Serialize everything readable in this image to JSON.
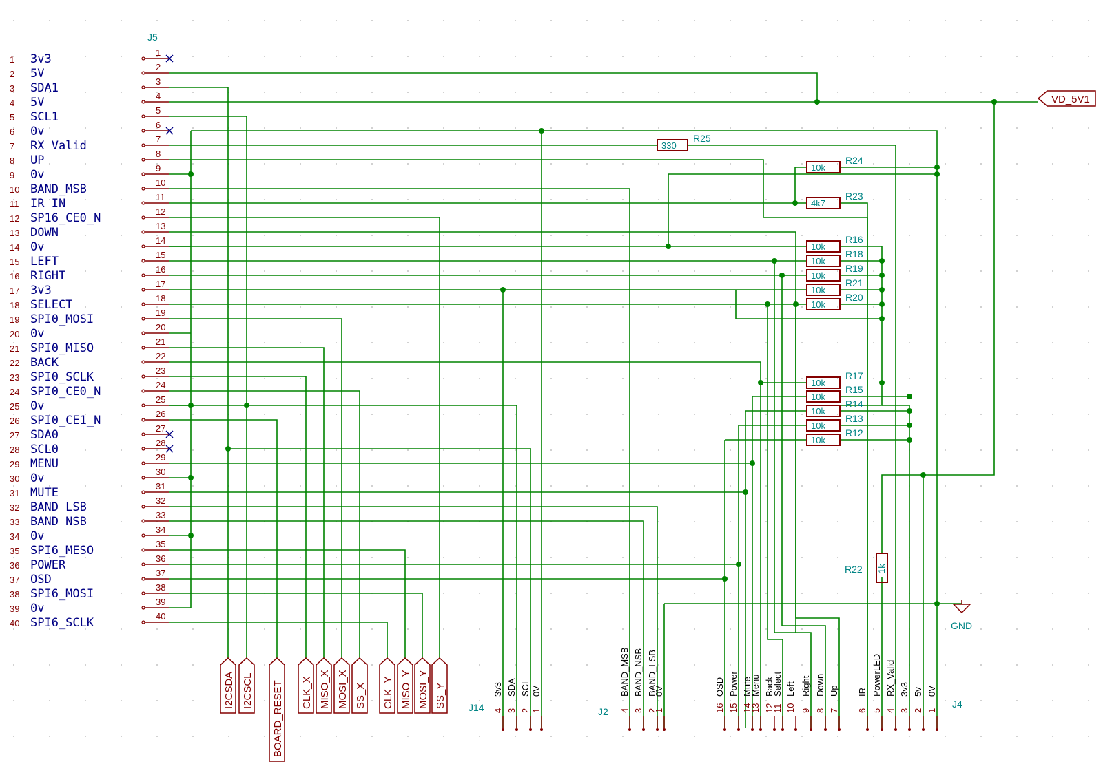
{
  "j5": {
    "ref": "J5",
    "pins": [
      {
        "num": "1",
        "label": "3v3",
        "nc": true
      },
      {
        "num": "2",
        "label": "5V"
      },
      {
        "num": "3",
        "label": "SDA1"
      },
      {
        "num": "4",
        "label": "5V"
      },
      {
        "num": "5",
        "label": "SCL1"
      },
      {
        "num": "6",
        "label": "0v",
        "nc": true
      },
      {
        "num": "7",
        "label": "RX Valid"
      },
      {
        "num": "8",
        "label": "UP"
      },
      {
        "num": "9",
        "label": "0v"
      },
      {
        "num": "10",
        "label": "BAND_MSB"
      },
      {
        "num": "11",
        "label": "IR IN"
      },
      {
        "num": "12",
        "label": "SP16_CE0_N"
      },
      {
        "num": "13",
        "label": "DOWN"
      },
      {
        "num": "14",
        "label": "0v"
      },
      {
        "num": "15",
        "label": "LEFT"
      },
      {
        "num": "16",
        "label": "RIGHT"
      },
      {
        "num": "17",
        "label": "3v3"
      },
      {
        "num": "18",
        "label": "SELECT"
      },
      {
        "num": "19",
        "label": "SPI0_MOSI"
      },
      {
        "num": "20",
        "label": "0v"
      },
      {
        "num": "21",
        "label": "SPI0_MISO"
      },
      {
        "num": "22",
        "label": "BACK"
      },
      {
        "num": "23",
        "label": "SPI0_SCLK"
      },
      {
        "num": "24",
        "label": "SPI0_CE0_N"
      },
      {
        "num": "25",
        "label": "0v"
      },
      {
        "num": "26",
        "label": "SPI0_CE1_N"
      },
      {
        "num": "27",
        "label": "SDA0",
        "nc": true
      },
      {
        "num": "28",
        "label": "SCL0",
        "nc": true
      },
      {
        "num": "29",
        "label": "MENU"
      },
      {
        "num": "30",
        "label": "0v"
      },
      {
        "num": "31",
        "label": "MUTE"
      },
      {
        "num": "32",
        "label": "BAND LSB"
      },
      {
        "num": "33",
        "label": "BAND NSB"
      },
      {
        "num": "34",
        "label": "0v"
      },
      {
        "num": "35",
        "label": "SPI6_MESO"
      },
      {
        "num": "36",
        "label": "POWER"
      },
      {
        "num": "37",
        "label": "OSD"
      },
      {
        "num": "38",
        "label": "SPI6_MOSI"
      },
      {
        "num": "39",
        "label": "0v"
      },
      {
        "num": "40",
        "label": "SPI6_SCLK"
      }
    ]
  },
  "resistors": [
    {
      "ref": "R25",
      "value": "330"
    },
    {
      "ref": "R24",
      "value": "10k"
    },
    {
      "ref": "R23",
      "value": "4k7"
    },
    {
      "ref": "R16",
      "value": "10k"
    },
    {
      "ref": "R18",
      "value": "10k"
    },
    {
      "ref": "R19",
      "value": "10k"
    },
    {
      "ref": "R21",
      "value": "10k"
    },
    {
      "ref": "R20",
      "value": "10k"
    },
    {
      "ref": "R17",
      "value": "10k"
    },
    {
      "ref": "R15",
      "value": "10k"
    },
    {
      "ref": "R14",
      "value": "10k"
    },
    {
      "ref": "R13",
      "value": "10k"
    },
    {
      "ref": "R12",
      "value": "10k"
    },
    {
      "ref": "R22",
      "value": "1k"
    }
  ],
  "power": {
    "vd_label": "VD_5V1",
    "gnd_label": "GND"
  },
  "flags": [
    "I2CSDA",
    "I2CSCL",
    "BOARD_RESET",
    "CLK_X",
    "MISO_X",
    "MOSI_X",
    "SS_X",
    "CLK_Y",
    "MISO_Y",
    "MOSI_Y",
    "SS_Y"
  ],
  "j14": {
    "ref": "J14",
    "pins": [
      {
        "num": "4",
        "label": "3v3"
      },
      {
        "num": "3",
        "label": "SDA"
      },
      {
        "num": "2",
        "label": "SCL"
      },
      {
        "num": "1",
        "label": "0V"
      }
    ]
  },
  "j2": {
    "ref": "J2",
    "pins": [
      {
        "num": "4",
        "label": "BAND_MSB"
      },
      {
        "num": "3",
        "label": "BAND_NSB"
      },
      {
        "num": "2",
        "label": "BAND_LSB"
      },
      {
        "num": "1",
        "label": "0V"
      }
    ]
  },
  "j4": {
    "ref": "J4",
    "pins": [
      {
        "num": "16",
        "label": "OSD"
      },
      {
        "num": "15",
        "label": "Power"
      },
      {
        "num": "14",
        "label": "Mute"
      },
      {
        "num": "13",
        "label": "Menu"
      },
      {
        "num": "12",
        "label": "Back"
      },
      {
        "num": "11",
        "label": "Select"
      },
      {
        "num": "10",
        "label": "Left"
      },
      {
        "num": "9",
        "label": "Right"
      },
      {
        "num": "8",
        "label": "Down"
      },
      {
        "num": "7",
        "label": "Up"
      },
      {
        "num": "6",
        "label": "IR"
      },
      {
        "num": "5",
        "label": "PowerLED"
      },
      {
        "num": "4",
        "label": "RX_Valid"
      },
      {
        "num": "3",
        "label": "3v3"
      },
      {
        "num": "2",
        "label": "5v"
      },
      {
        "num": "1",
        "label": "0V"
      }
    ]
  }
}
